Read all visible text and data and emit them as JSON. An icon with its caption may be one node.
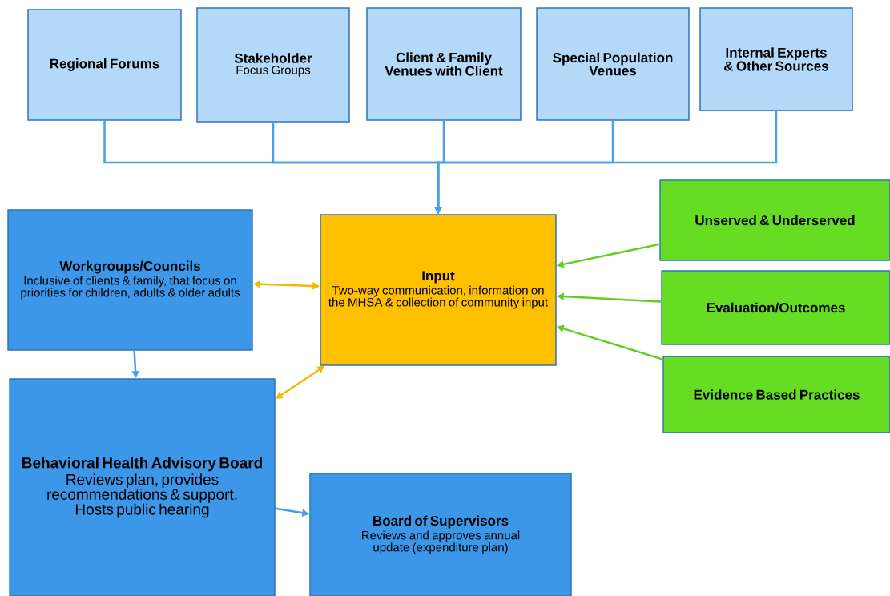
{
  "diagram": {
    "nodes": [
      {
        "text": [
          "Regional Forums"
        ]
      },
      {
        "text": [
          "Stakeholder",
          "Focus Groups"
        ]
      },
      {
        "text": [
          "Client & Family Venues with Client"
        ]
      },
      {
        "text": [
          "Special Population Venues"
        ]
      },
      {
        "text": [
          "Internal Experts & Other Sources"
        ]
      },
      {
        "text": [
          "Input",
          "Two-way communication, information on the MHSA & collection of community input"
        ]
      },
      {
        "text": [
          "Workgroups/Councils",
          "Inclusive of clients & family, that focus on priorities for children, adults & older adults"
        ]
      },
      {
        "text": [
          "Behavioral Health Advisory Board",
          "Reviews plan, provides recommendations & support. Hosts public hearing"
        ]
      },
      {
        "text": [
          "Board of Supervisors",
          "Reviews and approves annual update (expenditure plan)"
        ]
      },
      {
        "text": [
          "Unserved & Underserved"
        ]
      },
      {
        "text": [
          "Evaluation/Outcomes"
        ]
      },
      {
        "text": [
          "Evidence Based Practices"
        ]
      }
    ],
    "edges": [
      {
        "from": 0,
        "to": 5,
        "arrow": "to"
      },
      {
        "from": 1,
        "to": 5,
        "arrow": "to"
      },
      {
        "from": 2,
        "to": 5,
        "arrow": "to"
      },
      {
        "from": 3,
        "to": 5,
        "arrow": "to"
      },
      {
        "from": 4,
        "to": 5,
        "arrow": "to"
      },
      {
        "from": 6,
        "to": 5,
        "arrow": "both",
        "color": "#f5b800"
      },
      {
        "from": 6,
        "to": 7,
        "arrow": "to"
      },
      {
        "from": 7,
        "to": 5,
        "arrow": "both",
        "color": "#f5b800"
      },
      {
        "from": 7,
        "to": 8,
        "arrow": "to"
      },
      {
        "from": 9,
        "to": 5,
        "arrow": "to",
        "color": "#66cc22"
      },
      {
        "from": 10,
        "to": 5,
        "arrow": "to",
        "color": "#66cc22"
      },
      {
        "from": 11,
        "to": 5,
        "arrow": "to",
        "color": "#66cc22"
      }
    ]
  }
}
